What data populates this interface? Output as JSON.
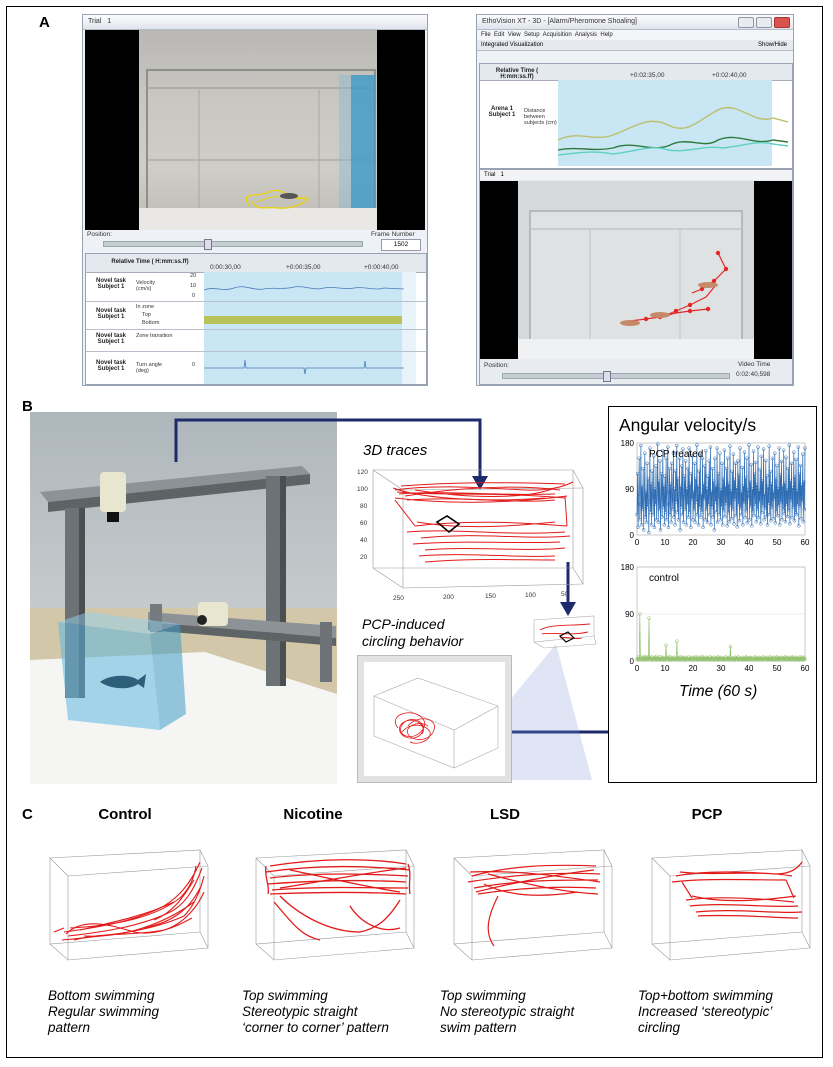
{
  "panels": {
    "a": "A",
    "b": "B",
    "c": "C"
  },
  "panel_a": {
    "left_window": {
      "tab": "Trial",
      "tab_num": "1",
      "position_label": "Position:",
      "frame_label": "Frame Number",
      "frame_value": "1502",
      "timeline_header": "Relative Time ( H:mm:ss.ff)",
      "times": [
        "0:00:30,00",
        "+0:00:35,00",
        "+0:00:40,00"
      ],
      "rows": [
        {
          "head": "Novel task Subject 1",
          "label": "Velocity (cm/s)",
          "scale": [
            "20",
            "10",
            "0"
          ]
        },
        {
          "head": "Novel task Subject 1",
          "label": "In zone",
          "items": [
            "Top",
            "Bottom"
          ]
        },
        {
          "head": "Novel task Subject 1",
          "label": "Zone transition"
        },
        {
          "head": "Novel task Subject 1",
          "label": "Turn angle (deg)",
          "scale": [
            "0"
          ]
        }
      ]
    },
    "right_window": {
      "title": "EthoVision XT - 3D - [Alarm/Pheromone Shoaling]",
      "menu": [
        "File",
        "Edit",
        "View",
        "Setup",
        "Acquisition",
        "Analysis",
        "Help"
      ],
      "subtitle": "Integrated Visualization",
      "show_hide": "Show/Hide",
      "timeline_header": "Relative Time ( H:mm:ss.ff)",
      "times": [
        "+0:02:35,00",
        "+0:02:40,00"
      ],
      "row_head": "Arena 1 Subject 1",
      "row_label": "Distance between subjects (cm)",
      "trial_tab": "Trial",
      "trial_num": "1",
      "position_label": "Position:",
      "video_time_label": "Video Time",
      "video_time": "0:02:40,598"
    }
  },
  "panel_b": {
    "traces_title": "3D traces",
    "circling_label_1": "PCP-induced",
    "circling_label_2": "circling behavior",
    "traces_axes": {
      "z_ticks": [
        "120",
        "100",
        "80",
        "60",
        "40",
        "20"
      ],
      "x_ticks": [
        "250",
        "200",
        "150",
        "100",
        "50"
      ]
    },
    "angular_title": "Angular velocity/s",
    "time_label": "Time (60 s)"
  },
  "chart_data": [
    {
      "type": "line",
      "title": "",
      "annotation": "PCP treated",
      "xlim": [
        0,
        60
      ],
      "ylim": [
        0,
        180
      ],
      "x_ticks": [
        0,
        10,
        20,
        30,
        40,
        50,
        60
      ],
      "y_ticks": [
        0,
        90,
        180
      ],
      "color": "#2e6db4",
      "y": [
        40,
        120,
        15,
        80,
        150,
        30,
        60,
        175,
        20,
        95,
        50,
        130,
        10,
        70,
        160,
        35,
        85,
        25,
        140,
        55,
        110,
        5,
        65,
        170,
        45,
        100,
        20,
        125,
        75,
        40,
        155,
        15,
        90,
        60,
        135,
        30,
        80,
        178,
        25,
        105,
        50,
        145,
        10,
        70,
        120,
        35,
        165,
        55,
        95,
        20,
        115,
        45,
        150,
        30,
        85,
        172,
        15,
        60,
        130,
        40,
        100,
        25,
        140,
        70,
        50,
        160,
        35,
        90,
        20,
        125,
        65,
        175,
        45,
        110,
        30,
        80,
        150,
        10,
        95,
        55,
        135,
        40,
        168,
        25,
        75,
        115,
        50,
        145,
        20,
        90,
        60,
        130,
        35,
        170,
        45,
        100,
        15,
        120,
        70,
        155,
        30,
        85,
        50,
        140,
        25,
        110,
        65,
        176,
        40,
        95,
        20,
        125,
        55,
        160,
        35,
        80,
        45,
        150,
        15,
        100,
        70,
        135,
        30,
        165,
        50,
        90,
        25,
        115,
        60,
        145,
        40,
        172,
        20,
        85,
        55,
        130,
        35,
        105,
        10,
        150,
        65,
        95,
        45,
        170,
        25,
        120,
        75,
        40,
        160,
        30,
        88,
        55,
        140,
        20,
        110,
        48,
        166,
        36,
        95,
        62,
        130,
        18,
        150,
        44,
        100,
        26,
        174,
        58,
        86,
        32,
        124,
        50,
        158,
        22,
        108,
        70,
        140,
        38,
        92,
        16,
        145,
        60,
        118,
        28,
        170,
        52,
        84,
        40,
        132,
        20,
        96,
        64,
        162,
        34,
        112,
        48,
        150,
        24,
        88,
        72,
        176,
        30,
        104,
        56,
        138,
        18,
        90,
        46,
        164,
        38,
        120,
        60,
        142,
        26,
        98,
        50,
        172,
        34,
        86,
        66,
        128,
        22,
        154,
        44,
        106,
        58,
        168,
        30,
        80,
        52,
        146,
        36,
        116,
        20,
        94,
        62,
        174,
        40,
        124,
        28,
        100,
        54,
        150,
        32,
        84,
        70,
        160,
        24,
        110,
        46,
        136,
        38,
        90,
        58,
        170,
        20,
        118,
        64,
        144,
        30,
        96,
        50,
        166,
        42,
        102,
        26,
        152,
        60,
        88,
        36,
        130,
        48,
        176,
        22,
        106,
        68,
        140,
        34,
        92,
        54,
        162,
        28,
        114,
        44,
        148,
        40,
        86,
        60,
        172,
        18,
        120,
        56,
        136,
        32,
        98,
        66,
        158,
        26,
        104,
        50,
        170
      ]
    },
    {
      "type": "line",
      "title": "",
      "annotation": "control",
      "xlim": [
        0,
        60
      ],
      "ylim": [
        0,
        180
      ],
      "x_ticks": [
        0,
        10,
        20,
        30,
        40,
        50,
        60
      ],
      "y_ticks": [
        0,
        90,
        180
      ],
      "color": "#8fc26a",
      "y": [
        3,
        5,
        2,
        8,
        4,
        90,
        6,
        3,
        7,
        2,
        5,
        4,
        9,
        3,
        6,
        2,
        8,
        5,
        3,
        4,
        7,
        82,
        2,
        6,
        5,
        3,
        8,
        4,
        2,
        6,
        3,
        5,
        7,
        4,
        2,
        9,
        3,
        6,
        5,
        2,
        4,
        8,
        3,
        5,
        2,
        7,
        4,
        6,
        3,
        2,
        5,
        30,
        4,
        7,
        3,
        6,
        2,
        5,
        8,
        3,
        4,
        2,
        6,
        5,
        3,
        7,
        4,
        2,
        5,
        3,
        38,
        6,
        4,
        2,
        7,
        5,
        3,
        8,
        4,
        2,
        6,
        3,
        5,
        4,
        7,
        2,
        3,
        6,
        5,
        4,
        2,
        8,
        3,
        5,
        4,
        6,
        2,
        3,
        7,
        5,
        4,
        2,
        6,
        3,
        8,
        5,
        4,
        2,
        3,
        6,
        7,
        4,
        5,
        2,
        3,
        9,
        4,
        6,
        3,
        5,
        2,
        4,
        7,
        3,
        6,
        5,
        2,
        4,
        8,
        3,
        5,
        6,
        2,
        4,
        3,
        7,
        5,
        2,
        6,
        4,
        3,
        5,
        8,
        2,
        4,
        6,
        3,
        5,
        7,
        2,
        4,
        3,
        6,
        5,
        2,
        4,
        8,
        3,
        5,
        6,
        4,
        2,
        7,
        3,
        28,
        5,
        4,
        2,
        6,
        3,
        5,
        4,
        7,
        2,
        3,
        6,
        5,
        4,
        8,
        2,
        3,
        5,
        6,
        4,
        3,
        7,
        2,
        5,
        4,
        6,
        3,
        2,
        8,
        5,
        4,
        3,
        6,
        2,
        5,
        7,
        4,
        3,
        6,
        5,
        2,
        4,
        3,
        8,
        5,
        6,
        2,
        4,
        3,
        5,
        7,
        4,
        2,
        6,
        3,
        5,
        4,
        8,
        2,
        3,
        6,
        5,
        4,
        7,
        3,
        2,
        5,
        6,
        4,
        3,
        8,
        2,
        5,
        4,
        6,
        3,
        7,
        2,
        5,
        4,
        3,
        6,
        8,
        2,
        4,
        5,
        3,
        6,
        2,
        7,
        4,
        5,
        3,
        6,
        2,
        4,
        8,
        5,
        3,
        6,
        4,
        2,
        7,
        5,
        3,
        4,
        6,
        2,
        5,
        8,
        3,
        4,
        6,
        5,
        2,
        3,
        7,
        4,
        5,
        6,
        2,
        3,
        4,
        8,
        5,
        3,
        6,
        2,
        4,
        7,
        5,
        3
      ]
    }
  ],
  "panel_c": {
    "groups": [
      {
        "title": "Control",
        "caption": [
          "Bottom swimming",
          "Regular swimming",
          "pattern"
        ]
      },
      {
        "title": "Nicotine",
        "caption": [
          "Top swimming",
          "Stereotypic straight",
          "‘corner to corner’ pattern"
        ]
      },
      {
        "title": "LSD",
        "caption": [
          "Top swimming",
          "No stereotypic straight",
          "swim pattern"
        ]
      },
      {
        "title": "PCP",
        "caption": [
          "Top+bottom swimming",
          "Increased ‘stereotypic’",
          "circling"
        ]
      }
    ]
  }
}
